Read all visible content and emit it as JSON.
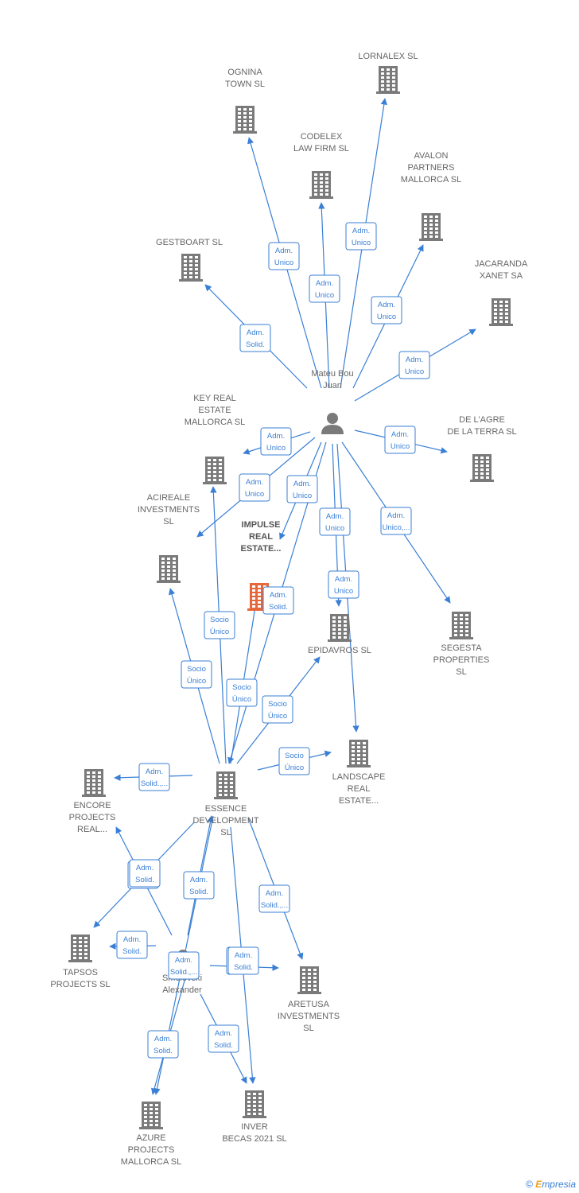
{
  "colors": {
    "edge": "#3a7fd5",
    "building": "#7a7a7a",
    "focus_building": "#e8663c",
    "person": "#7a7a7a"
  },
  "nodes": [
    {
      "id": "lornalex",
      "type": "company",
      "label": [
        "LORNALEX SL"
      ]
    },
    {
      "id": "ognina",
      "type": "company",
      "label": [
        "OGNINA",
        "TOWN  SL"
      ]
    },
    {
      "id": "codelex",
      "type": "company",
      "label": [
        "CODELEX",
        "LAW FIRM SL"
      ]
    },
    {
      "id": "avalon",
      "type": "company",
      "label": [
        "AVALON",
        "PARTNERS",
        "MALLORCA  SL"
      ]
    },
    {
      "id": "gestboart",
      "type": "company",
      "label": [
        "GESTBOART  SL"
      ]
    },
    {
      "id": "jacaranda",
      "type": "company",
      "label": [
        "JACARANDA",
        "XANET SA"
      ]
    },
    {
      "id": "mateu",
      "type": "person",
      "label": [
        "Mateu Bou",
        "Juan"
      ]
    },
    {
      "id": "keyreal",
      "type": "company",
      "label": [
        "KEY REAL",
        "ESTATE",
        "MALLORCA  SL"
      ]
    },
    {
      "id": "delagre",
      "type": "company",
      "label": [
        "DE L'AGRE",
        "DE LA TERRA SL"
      ]
    },
    {
      "id": "acireale",
      "type": "company",
      "label": [
        "ACIREALE",
        "INVESTMENTS",
        "SL"
      ]
    },
    {
      "id": "impulse",
      "type": "focus",
      "label": [
        "IMPULSE",
        "REAL",
        "ESTATE..."
      ]
    },
    {
      "id": "epidavros",
      "type": "company",
      "label": [
        "EPIDAVROS  SL"
      ]
    },
    {
      "id": "segesta",
      "type": "company",
      "label": [
        "SEGESTA",
        "PROPERTIES",
        "SL"
      ]
    },
    {
      "id": "landscape",
      "type": "company",
      "label": [
        "LANDSCAPE",
        "REAL",
        "ESTATE..."
      ]
    },
    {
      "id": "encore",
      "type": "company",
      "label": [
        "ENCORE",
        "PROJECTS",
        "REAL..."
      ]
    },
    {
      "id": "essence",
      "type": "company",
      "label": [
        "ESSENCE",
        "DEVELOPMENT",
        "SL"
      ]
    },
    {
      "id": "tapsos",
      "type": "company",
      "label": [
        "TAPSOS",
        "PROJECTS  SL"
      ]
    },
    {
      "id": "smolovski",
      "type": "person",
      "label": [
        "Smolovski",
        "Alexander"
      ]
    },
    {
      "id": "aretusa",
      "type": "company",
      "label": [
        "ARETUSA",
        "INVESTMENTS",
        "SL"
      ]
    },
    {
      "id": "azure",
      "type": "company",
      "label": [
        "AZURE",
        "PROJECTS",
        "MALLORCA  SL"
      ]
    },
    {
      "id": "inverbecas",
      "type": "company",
      "label": [
        "INVER",
        "BECAS 2021  SL"
      ]
    }
  ],
  "edges": [
    {
      "from": "mateu",
      "to": "lornalex",
      "label": [
        "Adm.",
        "Unico"
      ]
    },
    {
      "from": "mateu",
      "to": "ognina",
      "label": [
        "Adm.",
        "Unico"
      ]
    },
    {
      "from": "mateu",
      "to": "codelex",
      "label": [
        "Adm.",
        "Unico"
      ]
    },
    {
      "from": "mateu",
      "to": "avalon",
      "label": [
        "Adm.",
        "Unico"
      ]
    },
    {
      "from": "mateu",
      "to": "gestboart",
      "label": [
        "Adm.",
        "Solid."
      ]
    },
    {
      "from": "mateu",
      "to": "jacaranda",
      "label": [
        "Adm.",
        "Unico"
      ]
    },
    {
      "from": "mateu",
      "to": "keyreal",
      "label": [
        "Adm.",
        "Unico"
      ]
    },
    {
      "from": "mateu",
      "to": "delagre",
      "label": [
        "Adm.",
        "Unico"
      ]
    },
    {
      "from": "mateu",
      "to": "acireale",
      "label": [
        "Adm.",
        "Unico"
      ]
    },
    {
      "from": "mateu",
      "to": "impulse",
      "label": [
        "Adm.",
        "Unico"
      ]
    },
    {
      "from": "mateu",
      "to": "epidavros",
      "label": [
        "Adm.",
        "Unico"
      ]
    },
    {
      "from": "mateu",
      "to": "landscape",
      "label": [
        "Adm.",
        "Unico"
      ]
    },
    {
      "from": "mateu",
      "to": "segesta",
      "label": [
        "Adm.",
        "Unico,..."
      ]
    },
    {
      "from": "mateu",
      "to": "essence",
      "label": [
        "Adm.",
        "Solid."
      ]
    },
    {
      "from": "essence",
      "to": "keyreal",
      "label": [
        "Socio",
        "Único"
      ]
    },
    {
      "from": "essence",
      "to": "acireale",
      "label": [
        "Socio",
        "Único"
      ]
    },
    {
      "from": "essence",
      "to": "impulse",
      "label": [
        "Socio",
        "Único"
      ]
    },
    {
      "from": "essence",
      "to": "epidavros",
      "label": [
        "Socio",
        "Único"
      ]
    },
    {
      "from": "essence",
      "to": "landscape",
      "label": [
        "Socio",
        "Único"
      ]
    },
    {
      "from": "essence",
      "to": "encore",
      "label": [
        "Adm.",
        "Solid.,..."
      ]
    },
    {
      "from": "essence",
      "to": "aretusa",
      "label": [
        "Adm.",
        "Solid.,..."
      ]
    },
    {
      "from": "essence",
      "to": "tapsos",
      "label": [
        "Adm.",
        "Solid."
      ]
    },
    {
      "from": "essence",
      "to": "inverbecas",
      "label": [
        "Adm.",
        "Solid."
      ]
    },
    {
      "from": "smolovski",
      "to": "encore",
      "label": [
        "Adm.",
        "Solid."
      ]
    },
    {
      "from": "smolovski",
      "to": "tapsos",
      "label": [
        "Adm.",
        "Solid."
      ]
    },
    {
      "from": "smolovski",
      "to": "essence",
      "label": [
        "Adm.",
        "Solid."
      ]
    },
    {
      "from": "smolovski",
      "to": "aretusa",
      "label": [
        "Adm.",
        "Solid."
      ]
    },
    {
      "from": "smolovski",
      "to": "azure",
      "label": [
        "Adm.",
        "Solid.,..."
      ]
    },
    {
      "from": "smolovski",
      "to": "inverbecas",
      "label": [
        "Adm.",
        "Solid."
      ]
    },
    {
      "from": "essence",
      "to": "azure",
      "label": [
        "Adm.",
        "Solid."
      ]
    }
  ],
  "footer": {
    "copyright": "©",
    "brand_initial": "E",
    "brand_rest": "mpresia"
  }
}
